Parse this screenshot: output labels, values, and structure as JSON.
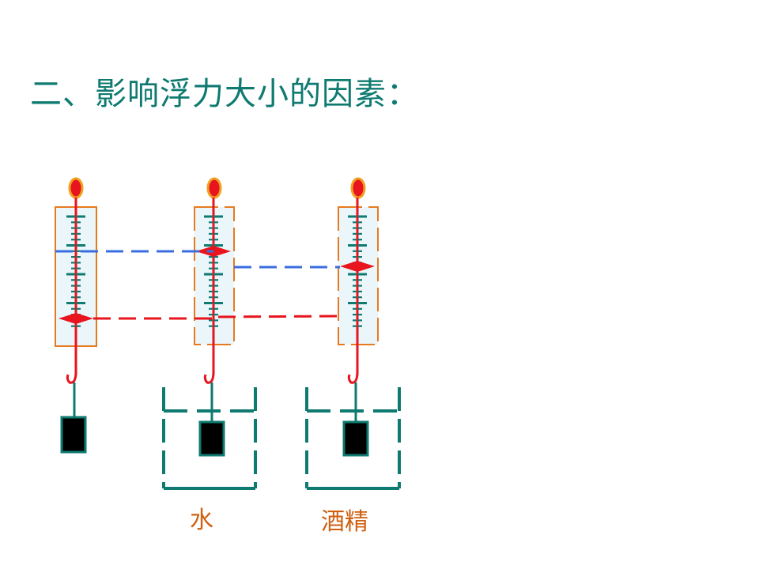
{
  "title": "二、影响浮力大小的因素：",
  "labels": {
    "water": "水",
    "alcohol": "酒精"
  },
  "colors": {
    "title": "#0e7a70",
    "scale_ticks": "#0e7a70",
    "frame": "#e87a1e",
    "spring": "#e8141e",
    "ring": "#e8141e",
    "blue_dash": "#3a6ee0",
    "red_dash": "#e8141e",
    "beaker": "#0e7a70",
    "block": "#000000",
    "label": "#d06010"
  },
  "icons": [
    "spring-scale-icon",
    "hook-icon",
    "metal-block-icon",
    "beaker-icon"
  ]
}
